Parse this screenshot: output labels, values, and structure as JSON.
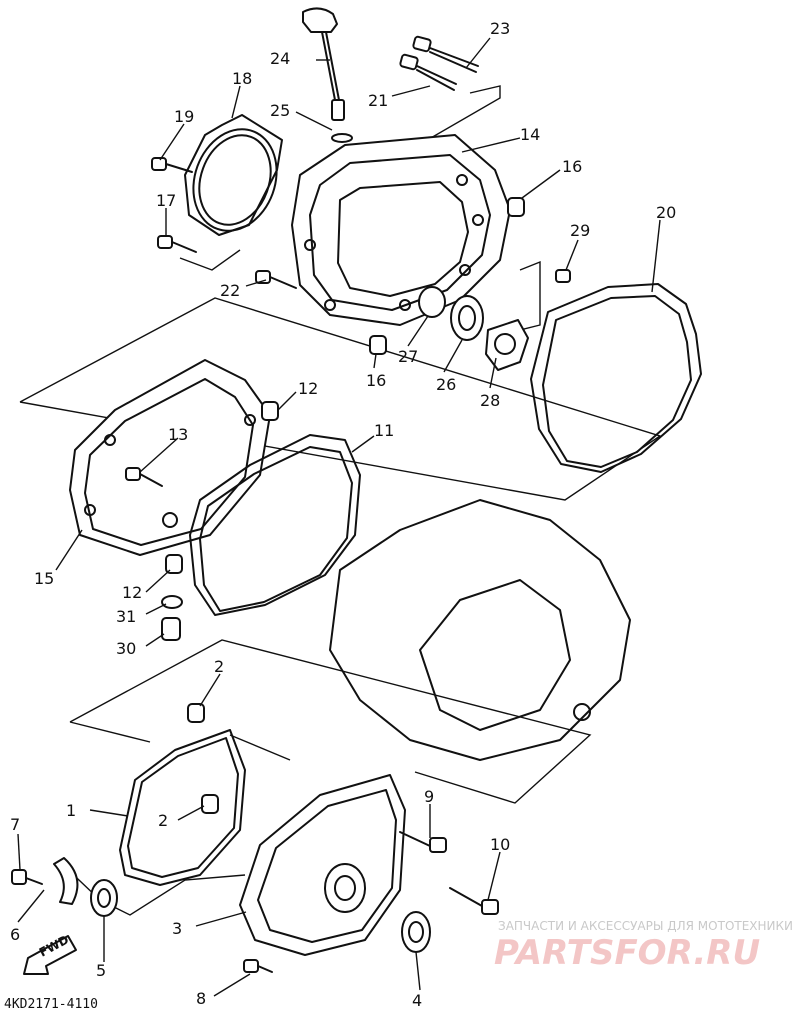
{
  "diagram": {
    "code": "4KD2171-4110",
    "fwd_label": "FWD",
    "watermark": {
      "tagline": "ЗАПЧАСТИ И АКСЕССУАРЫ ДЛЯ МОТОТЕХНИКИ",
      "brand": "PARTSFOR.RU"
    },
    "callouts": {
      "c1": "1",
      "c2a": "2",
      "c2b": "2",
      "c3": "3",
      "c4": "4",
      "c5": "5",
      "c6": "6",
      "c7": "7",
      "c8": "8",
      "c9": "9",
      "c10": "10",
      "c11": "11",
      "c12a": "12",
      "c12b": "12",
      "c13": "13",
      "c14": "14",
      "c15": "15",
      "c16a": "16",
      "c16b": "16",
      "c17": "17",
      "c18": "18",
      "c19": "19",
      "c20": "20",
      "c21": "21",
      "c22": "22",
      "c23": "23",
      "c24": "24",
      "c25": "25",
      "c26": "26",
      "c27": "27",
      "c28": "28",
      "c29": "29",
      "c30": "30",
      "c31": "31"
    }
  }
}
